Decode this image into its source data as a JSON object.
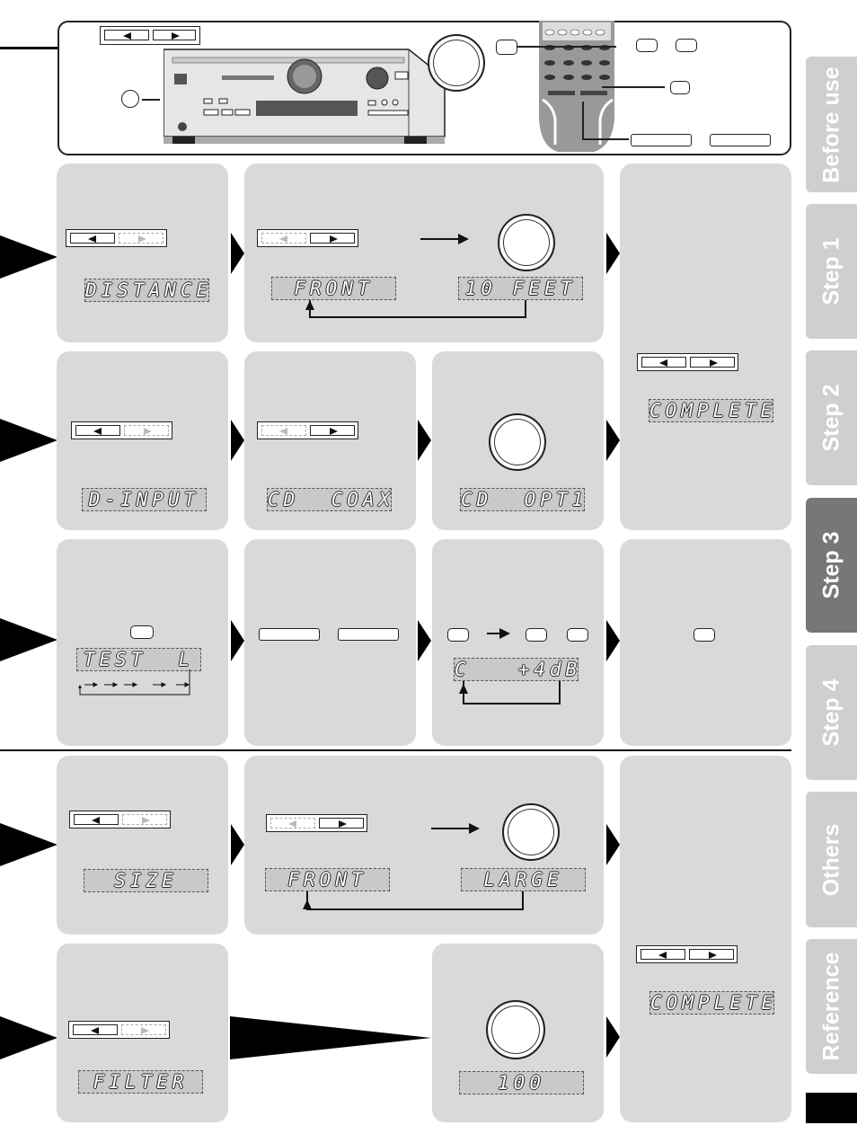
{
  "displays": {
    "distance": "DISTANCE",
    "front_1": "FRONT",
    "feet": "10 FEET",
    "complete_1": "COMPLETE",
    "d_input": "D-INPUT",
    "cd_coax": "CD  COAX",
    "cd_opt": "CD  OPT1",
    "test": "TEST  L",
    "center_level": "C   +4dB",
    "size": "SIZE",
    "front_2": "FRONT",
    "large": "LARGE",
    "filter": "FILTER",
    "freq": "100",
    "complete_2": "COMPLETE"
  },
  "side_tabs": [
    {
      "label": "Before use",
      "active": false
    },
    {
      "label": "Step 1",
      "active": false
    },
    {
      "label": "Step 2",
      "active": false
    },
    {
      "label": "Step 3",
      "active": true
    },
    {
      "label": "Step 4",
      "active": false
    },
    {
      "label": "Others",
      "active": false
    },
    {
      "label": "Reference",
      "active": false
    }
  ],
  "colors": {
    "panel": "#d9d9d9",
    "tab": "#cfcfcf",
    "tab_active": "#777777",
    "lcd": "#c9c9c9"
  }
}
